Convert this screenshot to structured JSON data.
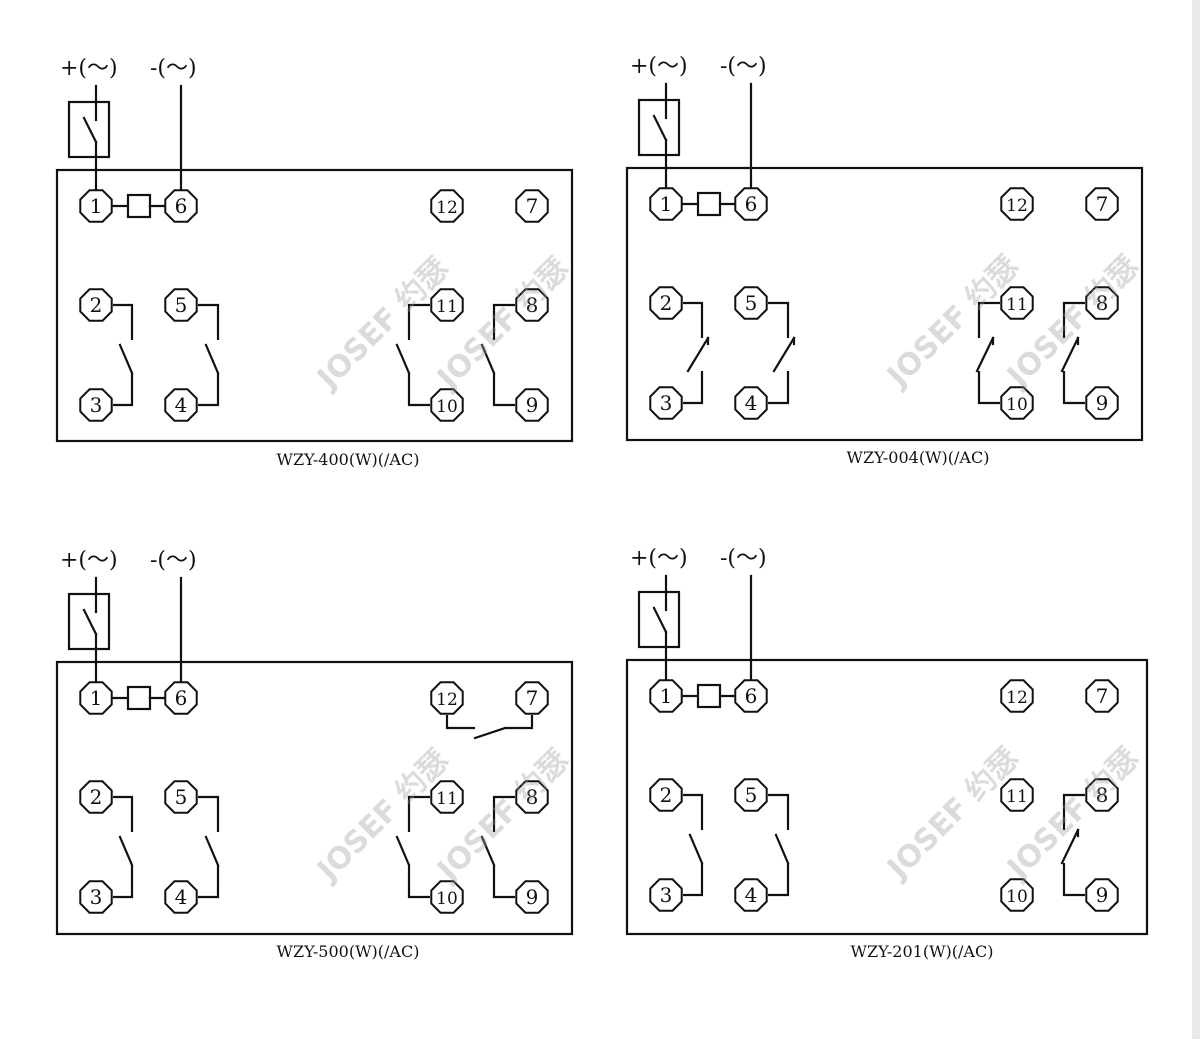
{
  "supply": {
    "plus": "+(～)",
    "minus": "-(～)"
  },
  "terminals": [
    "1",
    "2",
    "3",
    "4",
    "5",
    "6",
    "7",
    "8",
    "9",
    "10",
    "11",
    "12"
  ],
  "watermark": "JOSEF 约瑟",
  "diagrams": [
    {
      "id": "wzy-400",
      "caption": "WZY-400(W)(/AC)",
      "contacts": {
        "2-3": "NO",
        "5-4": "NO",
        "11-10": "NO",
        "8-9": "NO",
        "12-7": "none"
      }
    },
    {
      "id": "wzy-004",
      "caption": "WZY-004(W)(/AC)",
      "contacts": {
        "2-3": "NC",
        "5-4": "NC",
        "11-10": "NC",
        "8-9": "NC",
        "12-7": "none"
      }
    },
    {
      "id": "wzy-500",
      "caption": "WZY-500(W)(/AC)",
      "contacts": {
        "2-3": "NO",
        "5-4": "NO",
        "11-10": "NO",
        "8-9": "NO",
        "12-7": "NO"
      }
    },
    {
      "id": "wzy-201",
      "caption": "WZY-201(W)(/AC)",
      "contacts": {
        "2-3": "NO",
        "5-4": "NO",
        "11-10": "none",
        "8-9": "NC",
        "12-7": "none"
      }
    }
  ]
}
